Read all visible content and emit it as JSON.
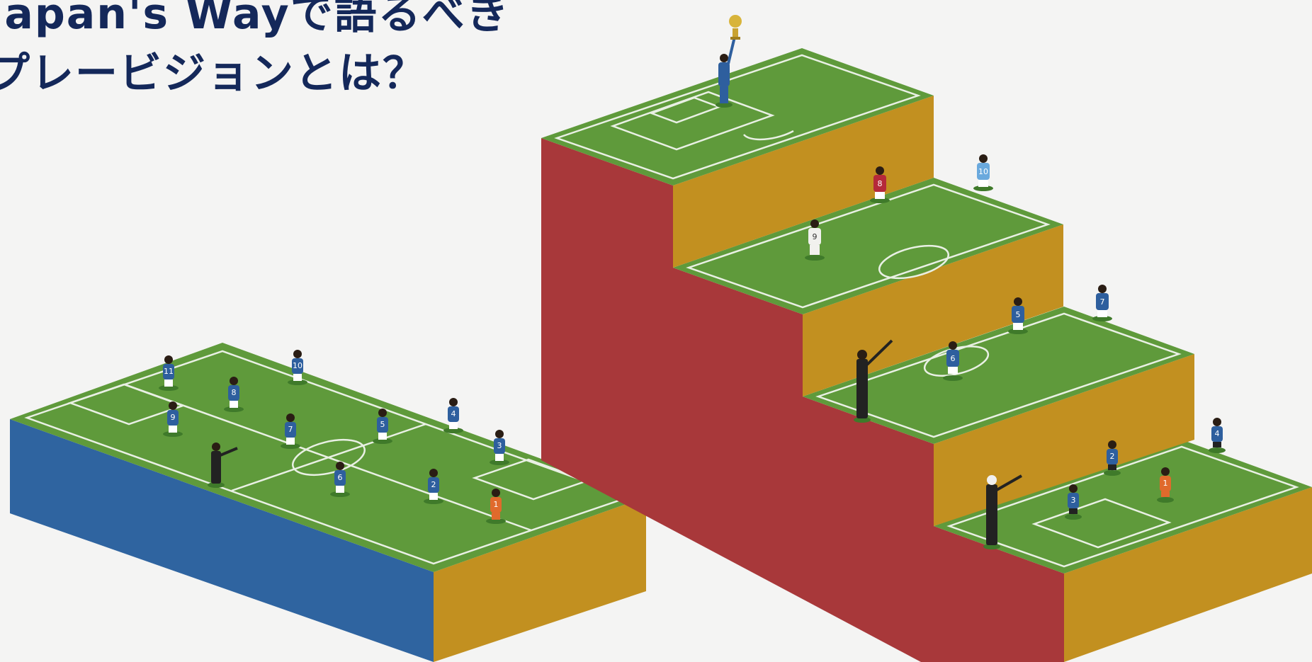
{
  "headline": {
    "line1": "Japan's Wayで語るべき",
    "line2": "プレービジョンとは？"
  },
  "colors": {
    "headline": "#14285a",
    "background": "#f4f4f3",
    "pitch": "#5f9a3b",
    "red_block": "#a8383a",
    "mustard_side": "#c29020",
    "blue_side": "#2f64a0",
    "team_kit": "#2e5f9e",
    "light_kit": "#6aa9dd",
    "rival_kit": "#b5293a",
    "keeper_kit": "#e06a2c",
    "coach": "#222222"
  },
  "players": {
    "flat_pitch": [
      "11",
      "8",
      "10",
      "9",
      "7",
      "5",
      "4",
      "6",
      "3",
      "2",
      "1"
    ],
    "step_top": [
      ""
    ],
    "step_2": [
      "8",
      "10",
      "9"
    ],
    "step_3": [
      "5",
      "7",
      "6"
    ],
    "step_4": [
      "4",
      "2",
      "3",
      "1"
    ]
  },
  "icons": {
    "trophy": "trophy-icon",
    "coach": "coach-figure"
  }
}
